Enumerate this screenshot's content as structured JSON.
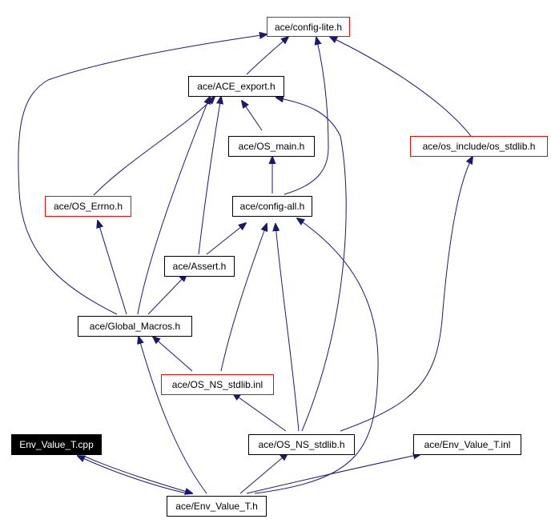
{
  "nodes": {
    "config_lite": {
      "label": "ace/config-lite.h",
      "border": "#ff0000"
    },
    "ace_export": {
      "label": "ace/ACE_export.h",
      "border": "#000000"
    },
    "os_main": {
      "label": "ace/OS_main.h",
      "border": "#000000"
    },
    "os_stdlib_inc": {
      "label": "ace/os_include/os_stdlib.h",
      "border": "#ff0000"
    },
    "os_errno": {
      "label": "ace/OS_Errno.h",
      "border": "#ff0000"
    },
    "config_all": {
      "label": "ace/config-all.h",
      "border": "#000000"
    },
    "assert": {
      "label": "ace/Assert.h",
      "border": "#000000"
    },
    "global_macros": {
      "label": "ace/Global_Macros.h",
      "border": "#000000"
    },
    "os_ns_stdlib_inl": {
      "label": "ace/OS_NS_stdlib.inl",
      "border": "#ff0000"
    },
    "env_value_cpp": {
      "label": "Env_Value_T.cpp",
      "current": true
    },
    "os_ns_stdlib_h": {
      "label": "ace/OS_NS_stdlib.h",
      "border": "#000000"
    },
    "env_value_inl": {
      "label": "ace/Env_Value_T.inl",
      "border": "#000000"
    },
    "env_value_h": {
      "label": "ace/Env_Value_T.h",
      "border": "#000000"
    }
  },
  "colors": {
    "edge": "#191970",
    "current_fill": "#000000",
    "current_text": "#ffffff"
  }
}
